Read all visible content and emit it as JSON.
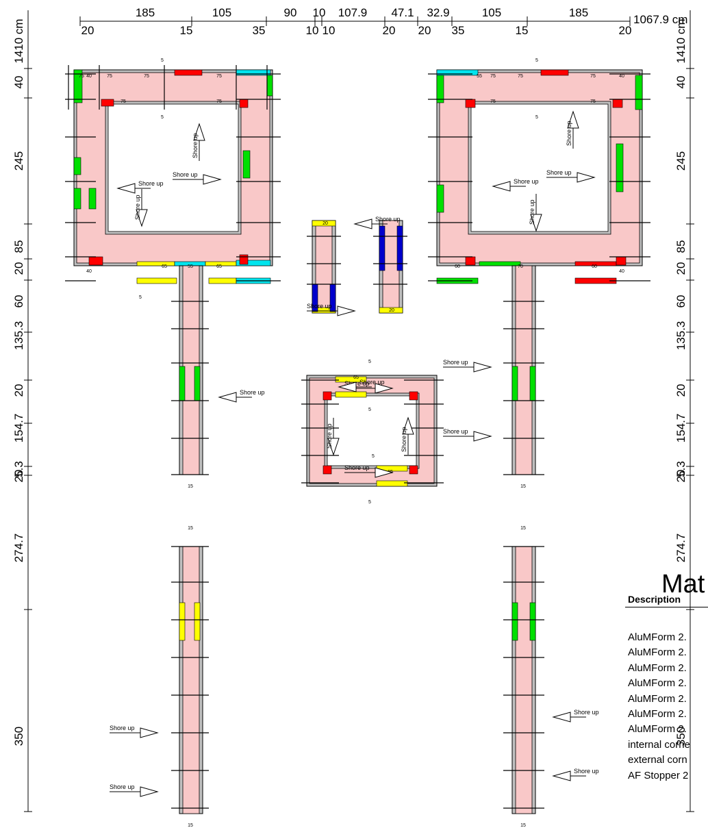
{
  "colors": {
    "fill_pink": "#f9c8c8",
    "panel_grey": "#c0c0c0",
    "panel_dark": "#808080",
    "red": "#ff0000",
    "green": "#00e000",
    "yellow": "#ffff00",
    "cyan": "#00e5ee",
    "blue": "#0000cc"
  },
  "top_dims": {
    "unit": "1067.9 cm",
    "spans": [
      "185",
      "105",
      "90",
      "10",
      "107.9",
      "47.1",
      "32.9",
      "105",
      "185"
    ],
    "ticks": [
      "20",
      "15",
      "35",
      "10",
      "10",
      "20",
      "20",
      "35",
      "15",
      "20"
    ]
  },
  "left_dims": {
    "unit": "1410 cm",
    "labels": [
      "40",
      "245",
      "85",
      "20",
      "60",
      "135.3",
      "20",
      "154.7",
      "5.3",
      "20",
      "274.7",
      "350"
    ]
  },
  "right_dims": {
    "unit": "1410 cm",
    "labels": [
      "40",
      "245",
      "85",
      "20",
      "60",
      "135.3",
      "20",
      "154.7",
      "5.3",
      "20",
      "274.7",
      "350"
    ]
  },
  "annotations": {
    "shore_up": "Shore up",
    "gap": "5",
    "end": "15",
    "p75": "75",
    "p40": "40",
    "p65": "65",
    "p55": "55",
    "p60": "60",
    "p70": "70",
    "p20": "20"
  },
  "materials": {
    "title": "Mat",
    "header": "Description",
    "items": [
      "AluMForm 2.",
      "AluMForm 2.",
      "AluMForm 2.",
      "AluMForm 2.",
      "AluMForm 2.",
      "AluMForm 2.",
      "AluMForm 2.",
      "internal corne",
      "external corn",
      "AF Stopper 2"
    ]
  }
}
